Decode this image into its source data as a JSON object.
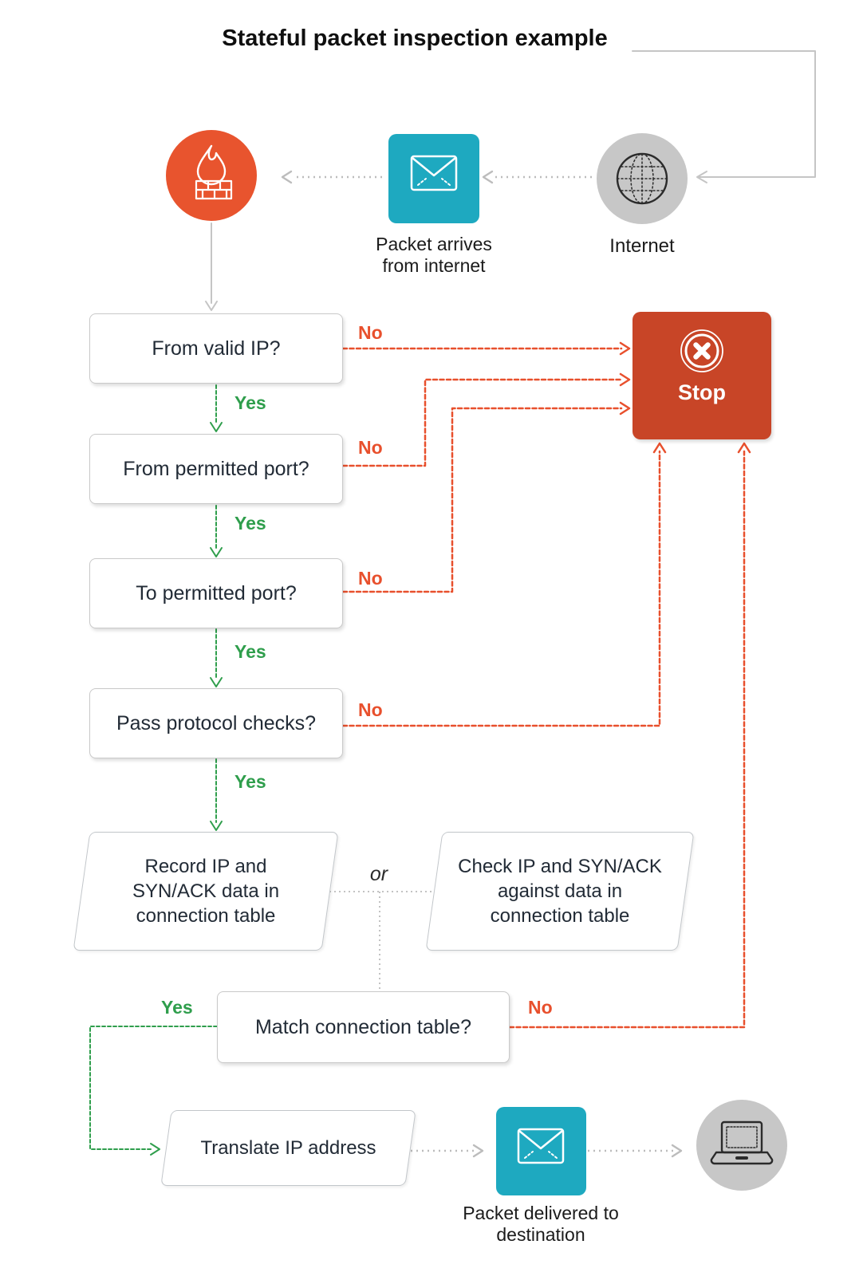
{
  "title": "Stateful packet inspection example",
  "labels": {
    "yes": "Yes",
    "no": "No",
    "or": "or"
  },
  "nodes": {
    "firewall": {
      "icon": "firewall-icon"
    },
    "packet_arrives": {
      "caption": "Packet arrives from internet"
    },
    "internet": {
      "caption": "Internet"
    },
    "decision_valid_ip": {
      "label": "From valid IP?"
    },
    "decision_from_port": {
      "label": "From permitted port?"
    },
    "decision_to_port": {
      "label": "To permitted port?"
    },
    "decision_protocol": {
      "label": "Pass protocol checks?"
    },
    "record_table": {
      "label": "Record IP and SYN/ACK data in connection table"
    },
    "check_table": {
      "label": "Check IP and SYN/ACK against data in connection table"
    },
    "match_table": {
      "label": "Match connection table?"
    },
    "translate_ip": {
      "label": "Translate IP address"
    },
    "stop": {
      "label": "Stop"
    },
    "packet_delivered": {
      "caption": "Packet delivered to destination"
    },
    "destination": {
      "icon": "laptop-icon"
    }
  },
  "colors": {
    "firewall_orange": "#e8542e",
    "stop_red": "#c84527",
    "teal": "#1ea9c0",
    "gray_node": "#c7c7c7",
    "yes_green": "#2f9e4c",
    "no_red": "#e8502d",
    "connector_gray": "#c5c5c5",
    "text_dark": "#222b36"
  }
}
